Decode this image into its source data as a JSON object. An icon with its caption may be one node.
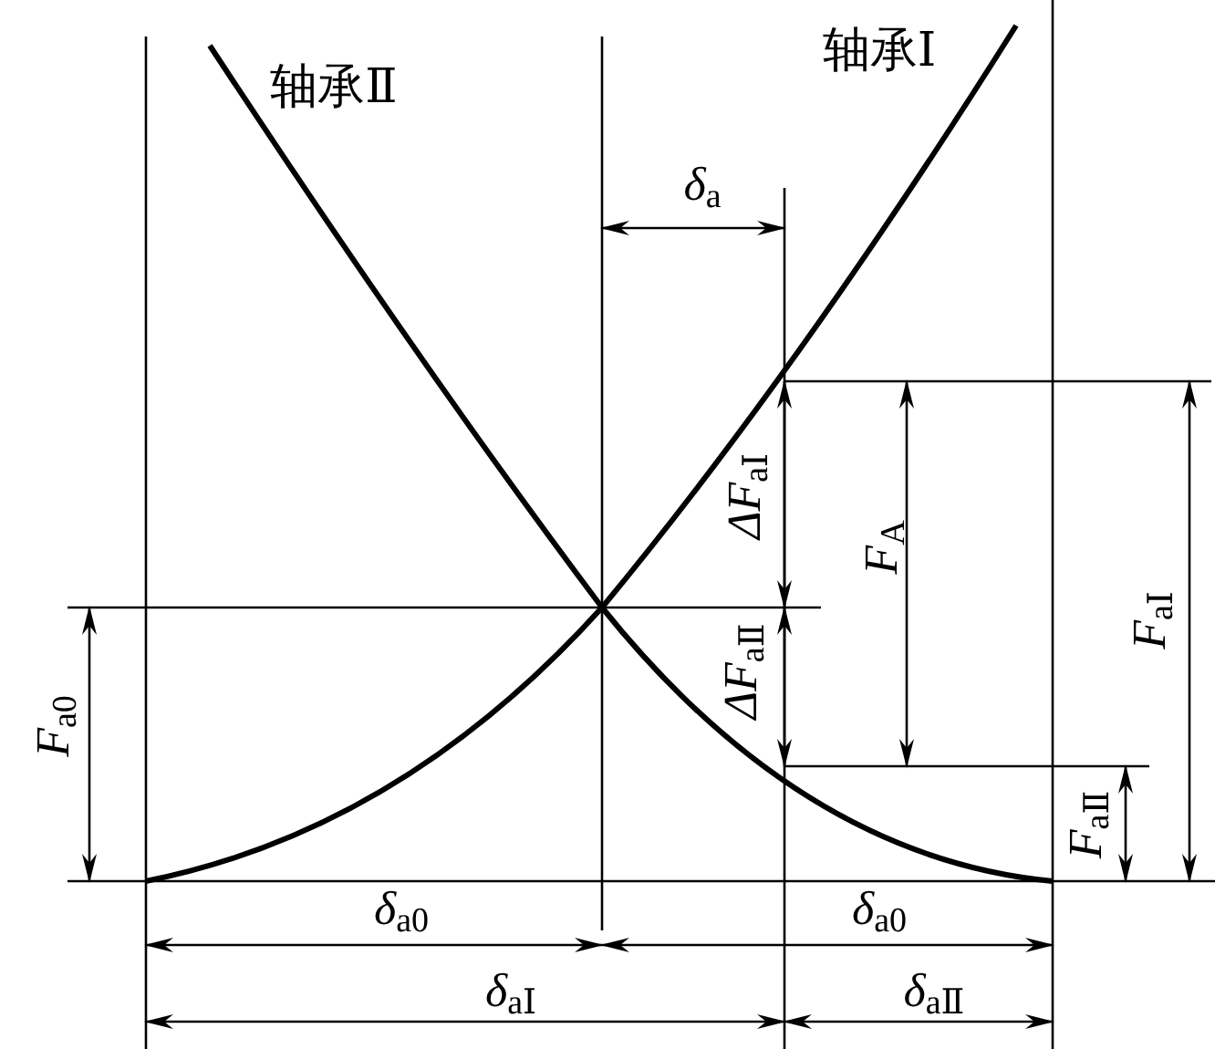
{
  "diagram": {
    "labels": [
      "轴承Ⅱ",
      "轴承Ⅰ",
      "*δ*$_{a}$",
      "*ΔF*$_{aⅠ}$",
      "*F*$_{A}$",
      "*F*$_{aⅠ}$",
      "*F*$_{a0}$",
      "*ΔF*$_{aⅡ}$",
      "*F*$_{aⅡ}$",
      "*δ*$_{a0}$",
      "*δ*$_{a0}$",
      "*δ*$_{aⅠ}$",
      "*δ*$_{aⅡ}$"
    ]
  }
}
